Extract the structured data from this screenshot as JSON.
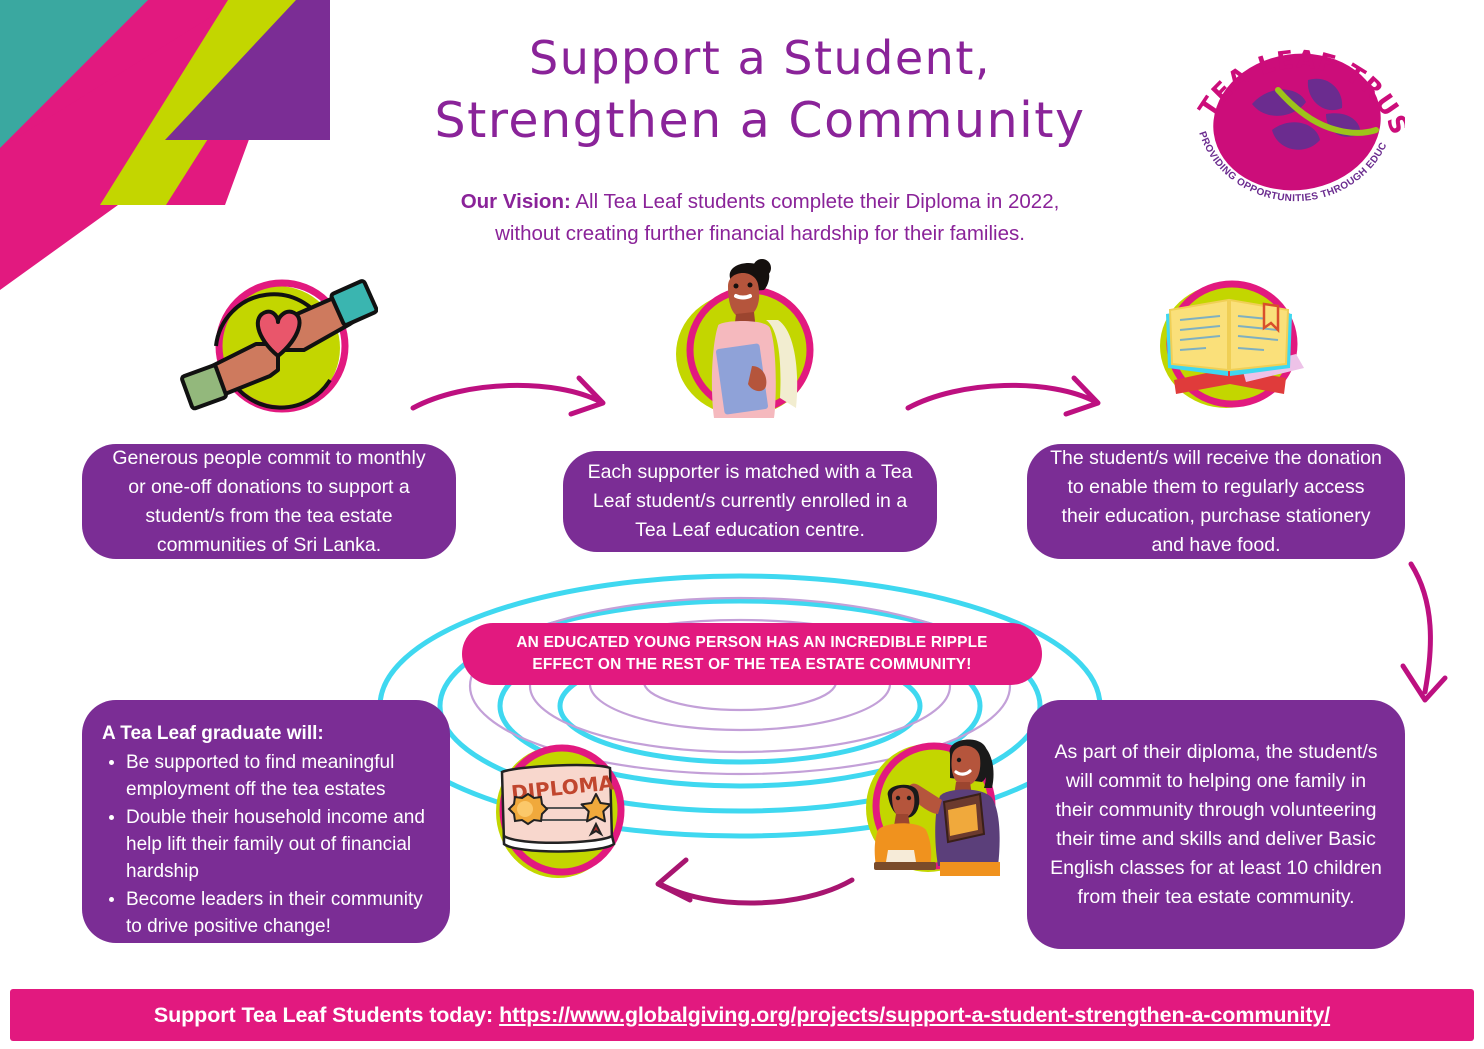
{
  "header": {
    "title_line1": "Support a Student,",
    "title_line2": "Strengthen a Community",
    "vision_label": "Our Vision:",
    "vision_line1": " All Tea Leaf students complete their Diploma in 2022,",
    "vision_line2": "without creating further financial hardship for their families."
  },
  "logo": {
    "top_arc_text": "TEA LEAF TRUST",
    "bottom_arc_text": "PROVIDING OPPORTUNITIES THROUGH EDUCATION"
  },
  "steps": [
    {
      "id": "step-1",
      "icon_name": "hands-heart-icon",
      "text": "Generous people commit to monthly or one-off donations to support a student/s from the tea estate communities of Sri Lanka."
    },
    {
      "id": "step-2",
      "icon_name": "student-icon",
      "text": "Each supporter is matched with a Tea Leaf student/s currently enrolled in a Tea Leaf education centre."
    },
    {
      "id": "step-3",
      "icon_name": "open-book-icon",
      "text": "The student/s will receive the donation to enable them to regularly access their education, purchase stationery and have food."
    },
    {
      "id": "step-4",
      "icon_name": "teaching-icon",
      "text": "As part of their diploma, the student/s will commit to helping one family in their community through volunteering their time and skills and deliver Basic English classes for at least 10 children from their tea estate community."
    }
  ],
  "graduate_box": {
    "heading": "A Tea Leaf graduate will:",
    "bullets": [
      "Be supported to find meaningful employment off the tea estates",
      "Double their household income and help lift their family out of financial hardship",
      "Become leaders in their community to drive positive change!"
    ]
  },
  "ripple_banner": {
    "line1": "AN EDUCATED YOUNG PERSON HAS AN INCREDIBLE RIPPLE",
    "line2": "EFFECT ON THE REST OF THE TEA ESTATE COMMUNITY!"
  },
  "diploma_icon": {
    "label": "DIPLOMA",
    "icon_name": "diploma-icon"
  },
  "footer": {
    "call_to_action": "Support Tea Leaf Students today:",
    "url": "https://www.globalgiving.org/projects/support-a-student-strengthen-a-community/"
  },
  "colors": {
    "purple": "#7B2D95",
    "magenta": "#E2197F",
    "lime": "#C3D600",
    "teal": "#3AA8A0",
    "cyan": "#3FD8F0",
    "heading_purple": "#8A2399"
  }
}
